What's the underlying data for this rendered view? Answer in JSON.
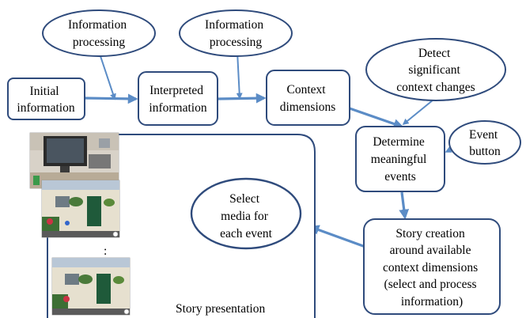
{
  "nodes": {
    "info_proc_1": [
      "Information",
      "processing"
    ],
    "info_proc_2": [
      "Information",
      "processing"
    ],
    "initial_info": [
      "Initial",
      "information"
    ],
    "interpreted_info": [
      "Interpreted",
      "information"
    ],
    "context_dimensions": [
      "Context",
      "dimensions"
    ],
    "detect_changes": [
      "Detect",
      "significant",
      "context changes"
    ],
    "event_button": [
      "Event",
      "button"
    ],
    "determine_events": [
      "Determine",
      "meaningful",
      "events"
    ],
    "story_creation": [
      "Story creation",
      "around available",
      "context dimensions",
      "(select and process",
      "information)"
    ],
    "select_media": [
      "Select",
      "media for",
      "each event"
    ],
    "story_presentation": [
      "Story presentation"
    ],
    "ellipsis": [
      ":"
    ]
  },
  "colors": {
    "node_border": "#2f4b7c",
    "arrow": "#5b8cc6"
  }
}
